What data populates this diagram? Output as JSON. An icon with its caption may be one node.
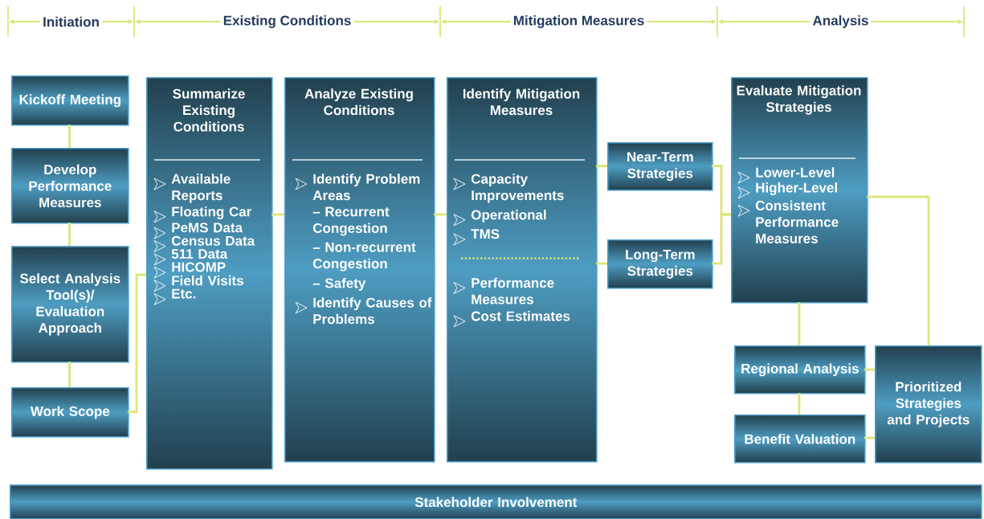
{
  "diagram": {
    "nodes": [
      {
        "text": [
          "Kickoff Meeting"
        ]
      },
      {
        "text": [
          "Develop Performance Measures"
        ]
      },
      {
        "text": [
          "Select Analysis Tool(s)/ Evaluation Approach"
        ]
      },
      {
        "text": [
          "Work Scope"
        ]
      },
      {
        "text": [
          "Summarize Existing Conditions",
          "Available Reports",
          "Floating Car",
          "PeMS Data",
          "Census Data",
          "511 Data",
          "HICOMP",
          "Field Visits",
          "Etc."
        ]
      },
      {
        "text": [
          "Analyze Existing Conditions",
          "Identify Problem Areas",
          "– Recurrent Congestion",
          "– Non-recurrent Congestion",
          "– Safety",
          "Identify Causes of Problems"
        ]
      },
      {
        "text": [
          "Identify Mitigation Measures",
          "Capacity Improvements",
          "Operational",
          "TMS",
          "Performance Measures",
          "Cost Estimates"
        ]
      },
      {
        "text": [
          "Near-Term Strategies"
        ]
      },
      {
        "text": [
          "Long-Term Strategies"
        ]
      },
      {
        "text": [
          "Evaluate Mitigation Strategies",
          "Lower-Level",
          "Higher-Level",
          "Consistent Performance Measures"
        ]
      },
      {
        "text": [
          "Regional Analysis"
        ]
      },
      {
        "text": [
          "Benefit Valuation"
        ]
      },
      {
        "text": [
          "Prioritized Strategies and Projects"
        ]
      },
      {
        "text": [
          "Stakeholder Involvement"
        ]
      }
    ],
    "edges": [
      {
        "from": 0,
        "to": 1,
        "arrow": "none"
      },
      {
        "from": 1,
        "to": 2,
        "arrow": "none"
      },
      {
        "from": 2,
        "to": 3,
        "arrow": "none"
      },
      {
        "from": 3,
        "to": 4,
        "arrow": "none"
      },
      {
        "from": 4,
        "to": 5,
        "arrow": "none"
      },
      {
        "from": 5,
        "to": 6,
        "arrow": "none"
      },
      {
        "from": 6,
        "to": 7,
        "arrow": "none"
      },
      {
        "from": 6,
        "to": 8,
        "arrow": "none"
      },
      {
        "from": 7,
        "to": 9,
        "arrow": "none"
      },
      {
        "from": 8,
        "to": 9,
        "arrow": "none"
      },
      {
        "from": 9,
        "to": 10,
        "arrow": "none"
      },
      {
        "from": 10,
        "to": 11,
        "arrow": "none"
      },
      {
        "from": 9,
        "to": 12,
        "arrow": "none"
      },
      {
        "from": 10,
        "to": 12,
        "arrow": "none"
      },
      {
        "from": 11,
        "to": 12,
        "arrow": "none"
      }
    ],
    "labels": [
      "Initiation",
      "Existing Conditions",
      "Mitigation Measures",
      "Analysis"
    ]
  }
}
